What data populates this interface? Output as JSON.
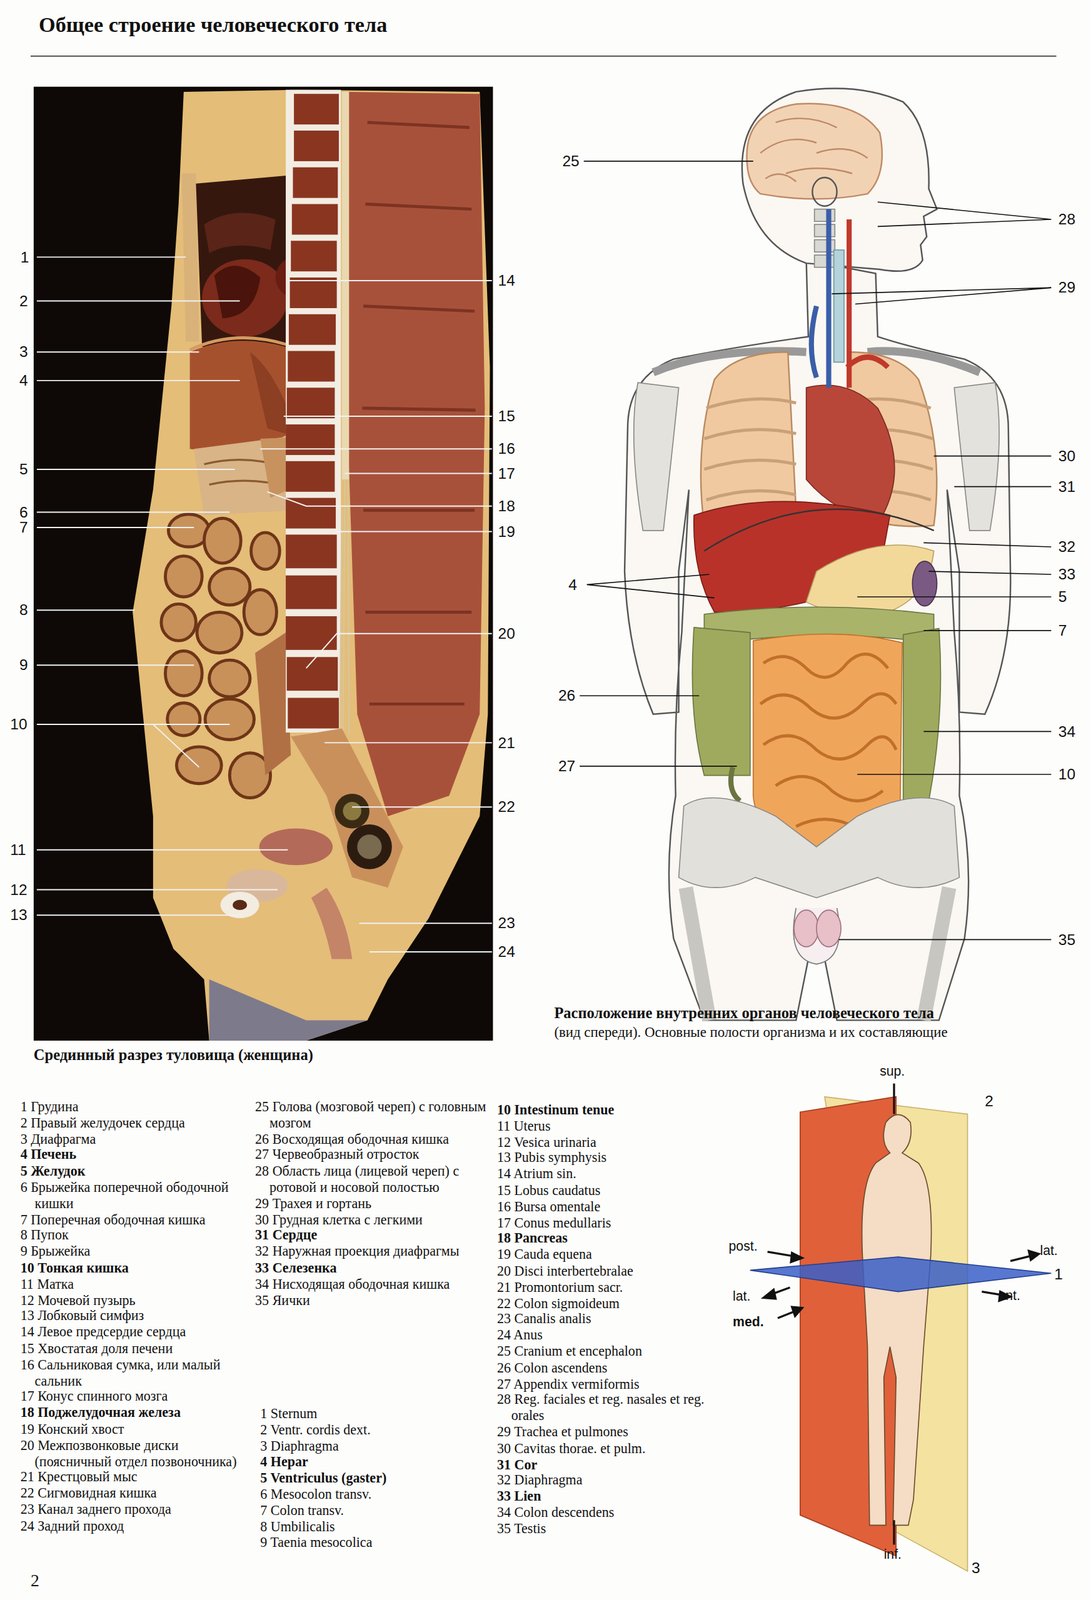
{
  "diagram": {
    "title": "Общее строение человеческого тела",
    "caption": "Срединный разрез туловища (женщина)",
    "labels": [
      "1",
      "2",
      "3",
      "4",
      "5",
      "6",
      "7",
      "8",
      "9",
      "10",
      "11",
      "12",
      "13",
      "14",
      "15",
      "16",
      "17",
      "18",
      "19",
      "20",
      "21",
      "22",
      "23",
      "24",
      "25",
      "28",
      "29",
      "30",
      "31",
      "32",
      "33",
      "4",
      "5",
      "7",
      "26",
      "34",
      "27",
      "10",
      "35",
      "Расположение внутренних органов человеческого тела",
      "(вид спереди). Основные полости организма и их составляющие",
      "1 Грудина",
      "2 Правый желудочек сердца",
      "3 Диафрагма",
      "4 Печень",
      "5 Желудок",
      "6 Брыжейка поперечной ободочной кишки",
      "7 Поперечная ободочная кишка",
      "8 Пупок",
      "9 Брыжейка",
      "10 Тонкая кишка",
      "11 Матка",
      "12 Мочевой пузырь",
      "13 Лобковый симфиз",
      "14 Левое предсердие сердца",
      "15 Хвостатая доля печени",
      "16 Сальниковая сумка, или малый сальник",
      "17 Конус спинного мозга",
      "18 Поджелудочная железа",
      "19 Конский хвост",
      "20 Межпозвонковые диски (поясничный отдел позвоночника)",
      "21 Крестцовый мыс",
      "22 Сигмовидная кишка",
      "23 Канал заднего прохода",
      "24 Задний проход",
      "25 Голова (мозговой череп) с головным мозгом",
      "26 Восходящая ободочная кишка",
      "27 Червеобразный отросток",
      "28 Область лица (лицевой череп) с ротовой и носовой полостью",
      "29 Трахея и гортань",
      "30 Грудная клетка с легкими",
      "31 Сердце",
      "32 Наружная проекция диафрагмы",
      "33 Селезенка",
      "34 Нисходящая ободочная кишка",
      "35 Яички",
      "1 Sternum",
      "2 Ventr. cordis dext.",
      "3 Diaphragma",
      "4 Hepar",
      "5 Ventriculus (gaster)",
      "6 Mesocolon transv.",
      "7 Colon transv.",
      "8 Umbilicalis",
      "9 Taenia mesocolica",
      "10 Intestinum tenue",
      "11 Uterus",
      "12 Vesica urinaria",
      "13 Pubis symphysis",
      "14 Atrium sin.",
      "15 Lobus caudatus",
      "16 Bursa omentale",
      "17 Conus medullaris",
      "18 Pancreas",
      "19 Cauda equena",
      "20 Disci interbertebralae",
      "21 Promontorium sacr.",
      "22 Colon sigmoideum",
      "23 Canalis analis",
      "24 Anus",
      "25 Cranium et encephalon",
      "26 Colon ascendens",
      "27 Appendix vermiformis",
      "28 Reg. faciales et reg. nasales et reg. orales",
      "29 Trachea et pulmones",
      "30 Cavitas thorae. et pulm.",
      "31 Cor",
      "32 Diaphragma",
      "33 Lien",
      "34 Colon descendens",
      "35 Testis",
      "sup.",
      "2",
      "post.",
      "lat.",
      "1",
      "lat.",
      "ant.",
      "med.",
      "inf.",
      "3",
      "2"
    ]
  }
}
